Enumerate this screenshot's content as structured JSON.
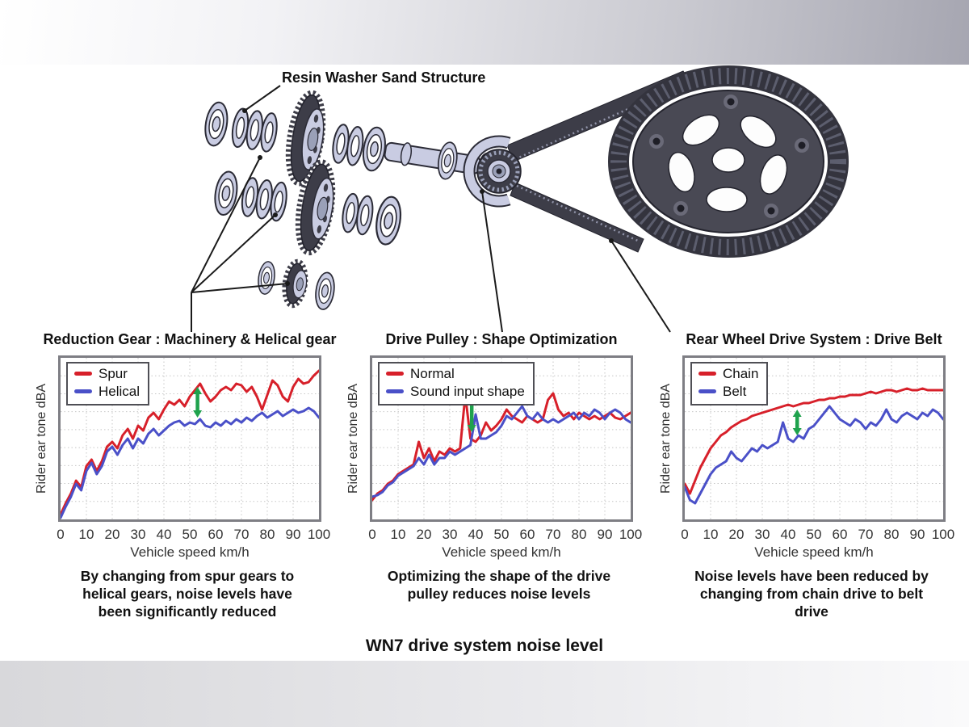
{
  "diagram": {
    "label": "Resin Washer Sand Structure"
  },
  "footer": {
    "title": "WN7 drive system noise level"
  },
  "colors": {
    "red_series": "#d7202a",
    "blue_series": "#4a50c8",
    "green_arrow": "#1fa24d",
    "plot_border": "#7e7e84",
    "grid": "#c7c7c7"
  },
  "chart_data": [
    {
      "type": "line",
      "title": "Reduction Gear : Machinery & Helical gear",
      "ylabel": "Rider ear tone dBA",
      "xlabel": "Vehicle speed km/h",
      "x_ticks": [
        "0",
        "10",
        "20",
        "30",
        "40",
        "50",
        "60",
        "70",
        "80",
        "90",
        "100"
      ],
      "x_range": [
        0,
        100
      ],
      "x_step": 2,
      "y_axis": "unlabeled relative noise level (0-100 of plot height)",
      "grid": "dotted",
      "legend_position": "top-left",
      "series": [
        {
          "name": "Spur",
          "color": "#d7202a",
          "values": [
            3,
            10,
            16,
            24,
            20,
            33,
            37,
            30,
            36,
            45,
            48,
            44,
            52,
            56,
            50,
            58,
            55,
            63,
            66,
            62,
            68,
            73,
            71,
            74,
            70,
            76,
            80,
            84,
            78,
            73,
            76,
            80,
            82,
            80,
            84,
            83,
            79,
            82,
            76,
            68,
            77,
            86,
            83,
            76,
            73,
            82,
            87,
            84,
            85,
            89,
            92
          ]
        },
        {
          "name": "Helical",
          "color": "#4a50c8",
          "values": [
            1,
            8,
            14,
            22,
            18,
            30,
            35,
            28,
            33,
            42,
            45,
            40,
            46,
            50,
            44,
            50,
            47,
            53,
            56,
            52,
            55,
            58,
            60,
            61,
            58,
            60,
            59,
            62,
            58,
            57,
            60,
            58,
            61,
            59,
            62,
            60,
            63,
            61,
            64,
            66,
            63,
            65,
            67,
            64,
            66,
            68,
            66,
            67,
            69,
            67,
            63
          ]
        }
      ],
      "arrow": {
        "x": 53,
        "bottom": 63,
        "top": 82,
        "color": "#1fa24d"
      },
      "caption": "By changing from spur gears to helical gears, noise levels have been significantly reduced"
    },
    {
      "type": "line",
      "title": "Drive Pulley : Shape Optimization",
      "ylabel": "Rider ear tone dBA",
      "xlabel": "Vehicle speed km/h",
      "x_ticks": [
        "0",
        "10",
        "20",
        "30",
        "40",
        "50",
        "60",
        "70",
        "80",
        "90",
        "100"
      ],
      "x_range": [
        0,
        100
      ],
      "x_step": 2,
      "y_axis": "unlabeled relative noise level (0-100 of plot height)",
      "grid": "dotted",
      "legend_position": "top-left",
      "series": [
        {
          "name": "Normal",
          "color": "#d7202a",
          "values": [
            12,
            16,
            18,
            22,
            24,
            28,
            30,
            32,
            34,
            48,
            38,
            44,
            36,
            42,
            40,
            44,
            42,
            44,
            77,
            50,
            48,
            52,
            60,
            55,
            58,
            62,
            68,
            64,
            62,
            60,
            64,
            62,
            60,
            62,
            74,
            78,
            68,
            64,
            66,
            62,
            66,
            64,
            62,
            64,
            62,
            64,
            66,
            63,
            62,
            64,
            66
          ]
        },
        {
          "name": "Sound input shape",
          "color": "#4a50c8",
          "values": [
            14,
            15,
            17,
            21,
            23,
            27,
            29,
            31,
            33,
            38,
            34,
            40,
            34,
            38,
            38,
            42,
            40,
            42,
            44,
            46,
            65,
            50,
            50,
            52,
            54,
            58,
            64,
            62,
            66,
            70,
            64,
            62,
            66,
            62,
            60,
            62,
            60,
            62,
            64,
            66,
            62,
            66,
            64,
            68,
            66,
            62,
            66,
            68,
            66,
            62,
            60
          ]
        }
      ],
      "arrow": {
        "x": 38.5,
        "bottom": 54,
        "top": 75,
        "color": "#1fa24d"
      },
      "caption": "Optimizing the shape of the drive pulley reduces noise levels"
    },
    {
      "type": "line",
      "title": "Rear Wheel Drive System : Drive Belt",
      "ylabel": "Rider ear tone dBA",
      "xlabel": "Vehicle speed km/h",
      "x_ticks": [
        "0",
        "10",
        "20",
        "30",
        "40",
        "50",
        "60",
        "70",
        "80",
        "90",
        "100"
      ],
      "x_range": [
        0,
        100
      ],
      "x_step": 2,
      "y_axis": "unlabeled relative noise level (0-100 of plot height)",
      "grid": "dotted",
      "legend_position": "top-left",
      "series": [
        {
          "name": "Chain",
          "color": "#d7202a",
          "values": [
            22,
            16,
            24,
            32,
            38,
            44,
            48,
            52,
            54,
            57,
            59,
            61,
            62,
            64,
            65,
            66,
            67,
            68,
            69,
            70,
            71,
            70,
            71,
            72,
            72,
            73,
            74,
            74,
            75,
            75,
            76,
            76,
            77,
            77,
            77,
            78,
            79,
            78,
            79,
            80,
            80,
            79,
            80,
            81,
            80,
            80,
            81,
            80,
            80,
            80,
            80
          ]
        },
        {
          "name": "Belt",
          "color": "#4a50c8",
          "values": [
            20,
            12,
            10,
            16,
            22,
            28,
            32,
            34,
            36,
            42,
            38,
            36,
            40,
            44,
            42,
            46,
            44,
            46,
            48,
            60,
            50,
            48,
            52,
            50,
            56,
            58,
            62,
            66,
            70,
            66,
            62,
            60,
            58,
            62,
            60,
            56,
            60,
            58,
            62,
            68,
            62,
            60,
            64,
            66,
            64,
            62,
            66,
            64,
            68,
            66,
            62
          ]
        }
      ],
      "arrow": {
        "x": 43.5,
        "bottom": 52,
        "top": 68,
        "color": "#1fa24d"
      },
      "caption": "Noise levels have been reduced by changing from chain drive to belt drive"
    }
  ]
}
